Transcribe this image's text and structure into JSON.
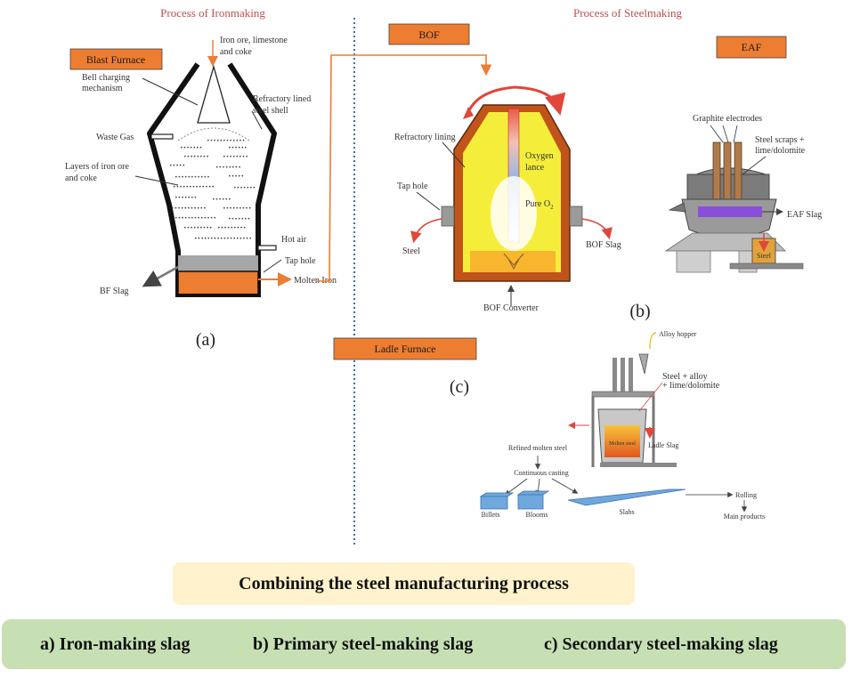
{
  "headers": {
    "ironmaking": "Process of Ironmaking",
    "steelmaking": "Process of Steelmaking"
  },
  "tags": {
    "blast_furnace": "Blast Furnace",
    "bof": "BOF",
    "eaf": "EAF",
    "ladle_furnace": "Ladle Furnace"
  },
  "blast_furnace_labels": {
    "inputs_line1": "Iron ore, limestone",
    "inputs_line2": "and coke",
    "bell_line1": "Bell charging",
    "bell_line2": "mechanism",
    "shell_line1": "Refractory lined",
    "shell_line2": "steel shell",
    "waste_gas": "Waste Gas",
    "layers_line1": "Layers of iron ore",
    "layers_line2": "and coke",
    "hot_air": "Hot air",
    "tap_hole": "Tap hole",
    "molten_iron": "Molten Iron",
    "bf_slag": "BF Slag"
  },
  "bof_labels": {
    "refractory": "Refractory lining",
    "oxygen_line1": "Oxygen",
    "oxygen_line2": "lance",
    "pure_o2": "Pure O",
    "pure_o2_sub": "2",
    "tap_hole": "Tap hole",
    "steel": "Steel",
    "bof_slag": "BOF Slag",
    "converter": "BOF Converter"
  },
  "eaf_labels": {
    "electrodes": "Graphite electrodes",
    "scrap_line1": "Steel scraps +",
    "scrap_line2": "lime/dolomite",
    "eaf_slag": "EAF Slag",
    "steel": "Steel"
  },
  "ladle_labels": {
    "alloy_hopper": "Alloy hopper",
    "alloy_line1": "Steel + alloy",
    "alloy_line2": "+ lime/dolomite",
    "molten_steel": "Molten steel",
    "ladle_slag": "Ladle Slag",
    "refined": "Refined molten steel",
    "casting": "Continuous casting",
    "billets": "Billets",
    "blooms": "Blooms",
    "slabs": "Slabs",
    "rolling": "Rolling",
    "main_products": "Main products"
  },
  "captions": {
    "a": "(a)",
    "b": "(b)",
    "c": "(c)"
  },
  "banner": "Combining the steel manufacturing process",
  "slag_types": {
    "a": "a)  Iron-making slag",
    "b": "b) Primary steel-making slag",
    "c": "c) Secondary steel-making slag"
  },
  "colors": {
    "tag_fill": "#ed7d31",
    "header_text": "#c0504d",
    "banner_bg": "#fff2cc",
    "bar_bg": "#c6e0b4",
    "molten": "#ed7d31",
    "bof_yellow": "#f4ee3a",
    "lance": "#8fb6e8",
    "red_arrow": "#e0463a",
    "divider": "#3a6fb5",
    "cast_blue": "#6fa8dc"
  }
}
